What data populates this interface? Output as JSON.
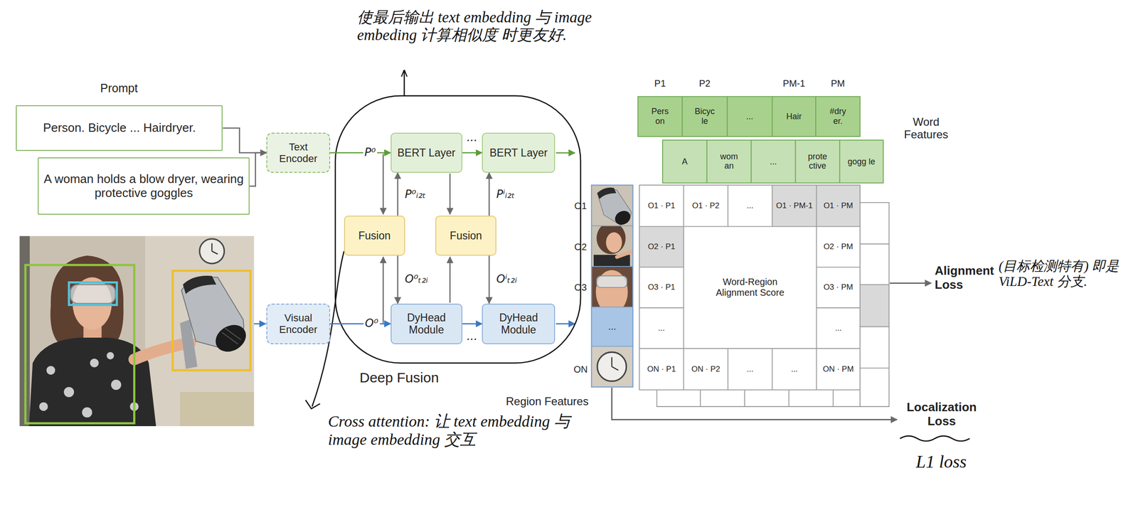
{
  "diagram": {
    "nodes": [
      {
        "text": [
          "Person. Bicycle ... Hairdryer."
        ]
      },
      {
        "text": [
          "A woman holds a blow dryer, wearing protective goggles"
        ]
      },
      {
        "text": [
          "Text Encoder"
        ]
      },
      {
        "text": [
          "Visual Encoder"
        ]
      },
      {
        "text": [
          "BERT Layer"
        ]
      },
      {
        "text": [
          "BERT Layer"
        ]
      },
      {
        "text": [
          "Fusion"
        ]
      },
      {
        "text": [
          "Fusion"
        ]
      },
      {
        "text": [
          "DyHead Module"
        ]
      },
      {
        "text": [
          "DyHead Module"
        ]
      }
    ],
    "edges": [
      {
        "from": 0,
        "to": 2,
        "arrow": "to"
      },
      {
        "from": 1,
        "to": 2,
        "arrow": "to"
      },
      {
        "from": 2,
        "to": 4,
        "arrow": "to",
        "label": "P⁰"
      },
      {
        "from": 4,
        "to": 5,
        "arrow": "to",
        "label": "..."
      },
      {
        "from": 6,
        "to": 4,
        "arrow": "to",
        "label": "P⁰ᵢ₂ₜ"
      },
      {
        "from": 7,
        "to": 5,
        "arrow": "to",
        "label": "Pⁱᵢ₂ₜ"
      },
      {
        "from": 6,
        "to": 8,
        "arrow": "to",
        "label": "O⁰ₜ₂ᵢ"
      },
      {
        "from": 7,
        "to": 9,
        "arrow": "to",
        "label": "Oⁱₜ₂ᵢ"
      },
      {
        "from": 3,
        "to": 8,
        "arrow": "to",
        "label": "O⁰"
      },
      {
        "from": 8,
        "to": 9,
        "arrow": "to",
        "label": "..."
      }
    ],
    "labels": [
      "使最后输出 text embedding 与 image embeding 计算相似度 时更友好.",
      "Prompt",
      "P1",
      "P2",
      "PM-1",
      "PM",
      "Word Features",
      "Pers on",
      "Bicyc le",
      "...",
      "Hair",
      "#dry er.",
      "A",
      "wom an",
      "...",
      "prote ctive",
      "gogg le",
      "O1",
      "O1 · P1",
      "O1 · P2",
      "...",
      "O1 · PM-1",
      "O1 · PM",
      "O2",
      "O2 · P1",
      "O2 · PM",
      "Alignment Loss",
      "(目标检测特有) 即是 ViLD-Text 分支.",
      "O3",
      "O3 · P1",
      "Word-Region Alignment Score",
      "O3 · PM",
      "...",
      "...",
      "...",
      "ON",
      "ON · P1",
      "ON · P2",
      "...",
      "...",
      "ON · PM",
      "Deep Fusion",
      "Cross attention: 让 text embedding 与 image embedding 交互",
      "Region Features",
      "Localization Loss",
      "L1 loss"
    ]
  }
}
